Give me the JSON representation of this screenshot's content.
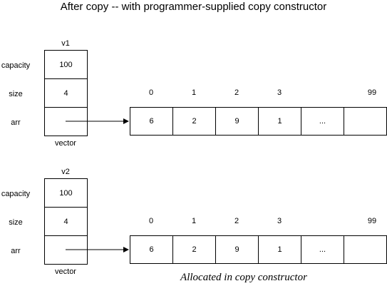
{
  "title": "After copy -- with programmer-supplied copy constructor",
  "vectors": [
    {
      "name": "v1",
      "fields": [
        {
          "label": "capacity",
          "value": "100"
        },
        {
          "label": "size",
          "value": "4"
        },
        {
          "label": "arr",
          "value": ""
        }
      ],
      "type_label": "vector",
      "indices": [
        "0",
        "1",
        "2",
        "3",
        "99"
      ],
      "cells": [
        "6",
        "2",
        "9",
        "1",
        "...",
        ""
      ]
    },
    {
      "name": "v2",
      "fields": [
        {
          "label": "capacity",
          "value": "100"
        },
        {
          "label": "size",
          "value": "4"
        },
        {
          "label": "arr",
          "value": ""
        }
      ],
      "type_label": "vector",
      "indices": [
        "0",
        "1",
        "2",
        "3",
        "99"
      ],
      "cells": [
        "6",
        "2",
        "9",
        "1",
        "...",
        ""
      ]
    }
  ],
  "caption": "Allocated in copy constructor"
}
